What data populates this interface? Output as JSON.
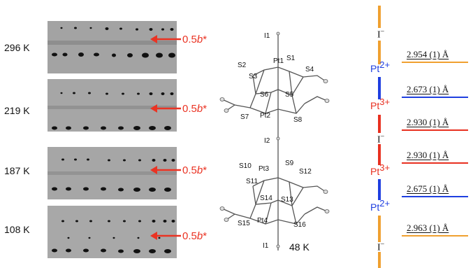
{
  "panels": [
    {
      "temperature": "296 K",
      "annotation": "0.5"
    },
    {
      "temperature": "219 K",
      "annotation": "0.5"
    },
    {
      "temperature": "187 K",
      "annotation": "0.5"
    },
    {
      "temperature": "108 K",
      "annotation": "0.5"
    }
  ],
  "annotation_symbol": "b",
  "annotation_star": "*",
  "structure": {
    "labels": {
      "I1_top": "I1",
      "Pt1": "Pt1",
      "S1": "S1",
      "S2": "S2",
      "S3": "S3",
      "S4": "S4",
      "S5": "S5",
      "S6": "S6",
      "S7": "S7",
      "S8": "S8",
      "Pt2": "Pt2",
      "I2": "I2",
      "S9": "S9",
      "S10": "S10",
      "Pt3": "Pt3",
      "S11": "S11",
      "S12": "S12",
      "S13": "S13",
      "S14": "S14",
      "S15": "S15",
      "Pt4": "Pt4",
      "S16": "S16",
      "I1_bottom": "I1"
    },
    "temperature": "48 K"
  },
  "chain": {
    "ions": [
      {
        "element": "I",
        "charge": "−"
      },
      {
        "element": "Pt",
        "charge": "2+"
      },
      {
        "element": "Pt",
        "charge": "3+"
      },
      {
        "element": "I",
        "charge": "−"
      },
      {
        "element": "Pt",
        "charge": "3+"
      },
      {
        "element": "Pt",
        "charge": "2+"
      },
      {
        "element": "I",
        "charge": "−"
      }
    ],
    "distances": [
      "2.954 (1) Å",
      "2.673 (1) Å",
      "2.930 (1) Å",
      "2.930 (1) Å",
      "2.675 (1) Å",
      "2.963 (1) Å"
    ],
    "colors": {
      "orange": "#f0a030",
      "blue": "#1f3fe0",
      "red": "#e83020"
    }
  },
  "colors": {
    "annotation_red": "#ea3323"
  }
}
